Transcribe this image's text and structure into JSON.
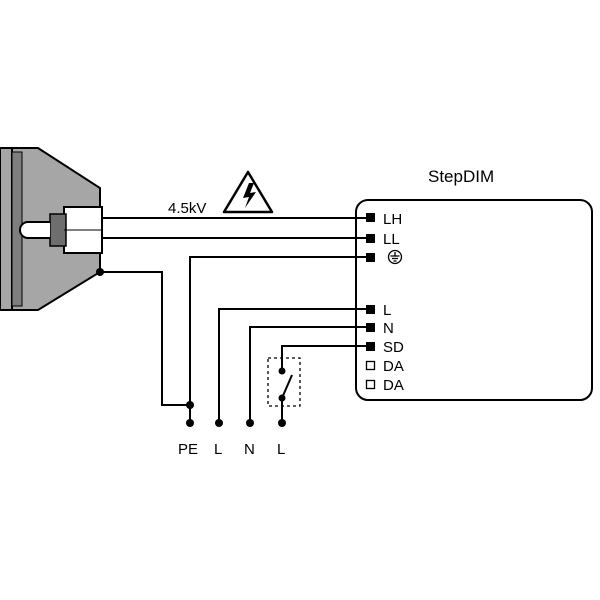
{
  "ballast": {
    "name": "StepDIM",
    "terminals": [
      {
        "label": "LH",
        "filled": true
      },
      {
        "label": "LL",
        "filled": true
      },
      {
        "label": "⏚",
        "filled": true
      },
      {
        "label": "L",
        "filled": true
      },
      {
        "label": "N",
        "filled": true
      },
      {
        "label": "SD",
        "filled": true
      },
      {
        "label": "DA",
        "filled": false
      },
      {
        "label": "DA",
        "filled": false
      }
    ]
  },
  "voltage_label": "4.5kV",
  "warning_icon": "high-voltage-warning-icon",
  "lamp_icon": "lamp-reflector-icon",
  "ground_icon": "ground-icon",
  "switch_icon": "switch-icon",
  "supply_terminals": [
    "PE",
    "L",
    "N",
    "L"
  ],
  "colors": {
    "line": "#000000",
    "lamp_shade": "#a6a6a6",
    "lamp_dark": "#7f7f7f",
    "background": "#ffffff"
  }
}
